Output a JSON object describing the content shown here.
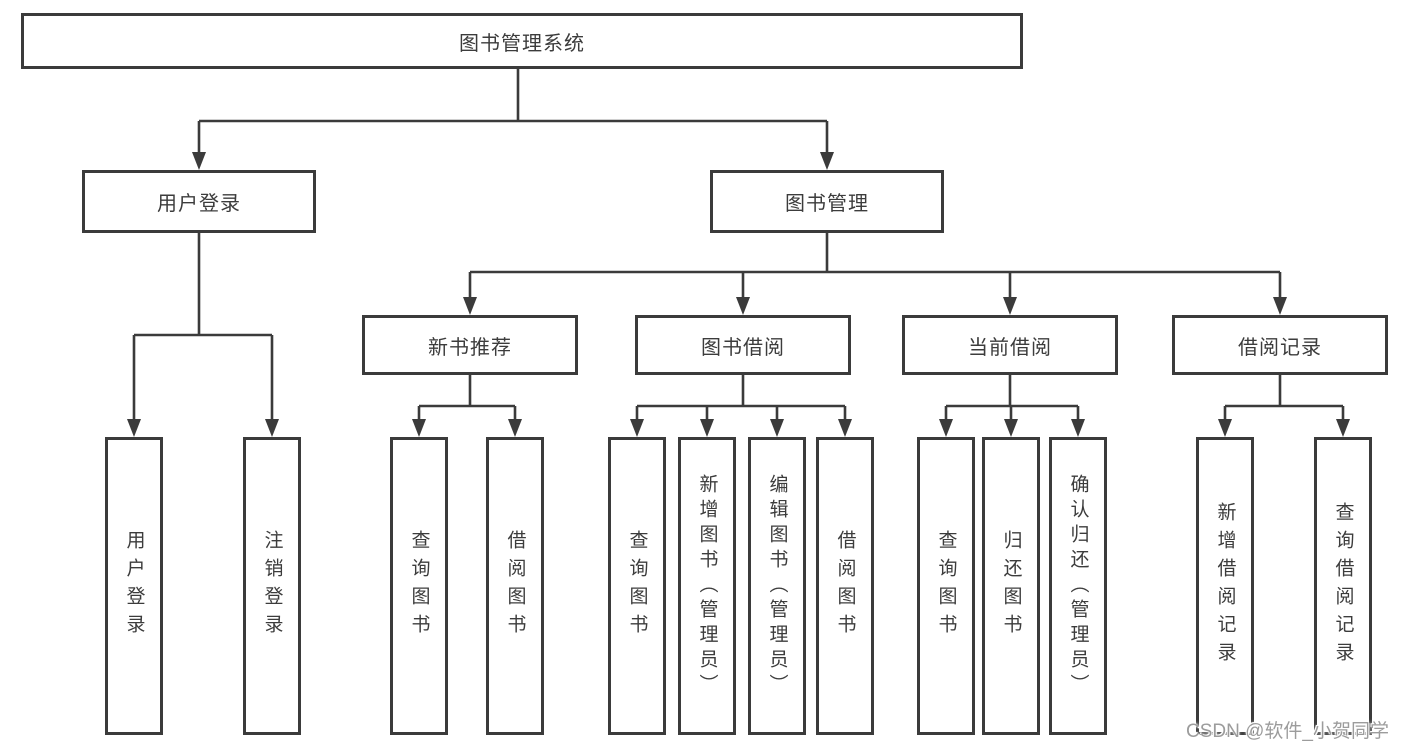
{
  "diagram": {
    "root": {
      "label": "图书管理系统"
    },
    "level2": [
      {
        "label": "用户登录"
      },
      {
        "label": "图书管理"
      }
    ],
    "level3": [
      {
        "label": "新书推荐",
        "parent": "图书管理"
      },
      {
        "label": "图书借阅",
        "parent": "图书管理"
      },
      {
        "label": "当前借阅",
        "parent": "图书管理"
      },
      {
        "label": "借阅记录",
        "parent": "图书管理"
      }
    ],
    "leaves": [
      {
        "label": "用户登录",
        "parent": "用户登录"
      },
      {
        "label": "注销登录",
        "parent": "用户登录"
      },
      {
        "label": "查询图书",
        "parent": "新书推荐"
      },
      {
        "label": "借阅图书",
        "parent": "新书推荐"
      },
      {
        "label": "查询图书",
        "parent": "图书借阅"
      },
      {
        "label": "新增图书（管理员）",
        "parent": "图书借阅"
      },
      {
        "label": "编辑图书（管理员）",
        "parent": "图书借阅"
      },
      {
        "label": "借阅图书",
        "parent": "图书借阅"
      },
      {
        "label": "查询图书",
        "parent": "当前借阅"
      },
      {
        "label": "归还图书",
        "parent": "当前借阅"
      },
      {
        "label": "确认归还（管理员）",
        "parent": "当前借阅"
      },
      {
        "label": "新增借阅记录",
        "parent": "借阅记录"
      },
      {
        "label": "查询借阅记录",
        "parent": "借阅记录"
      }
    ]
  },
  "watermark": "CSDN @软件_小贺同学",
  "colors": {
    "line": "#3b3b3b",
    "box_border": "#3b3b3b",
    "text": "#3c3c3c",
    "watermark": "#9c9c9c",
    "background": "#ffffff"
  }
}
